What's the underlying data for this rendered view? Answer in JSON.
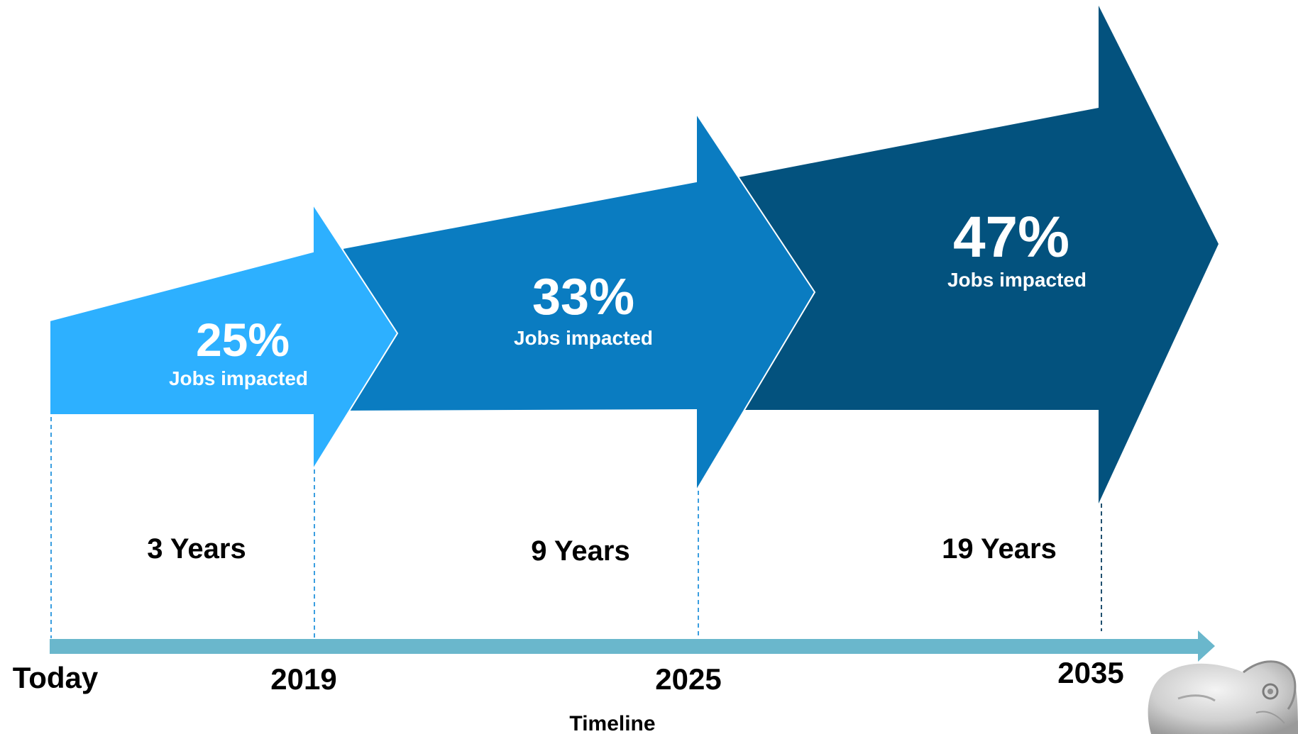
{
  "colors": {
    "stage1": "#2db0ff",
    "stage2": "#0a7cc1",
    "stage3": "#03527e",
    "timeline_bar": "#6ab7cc",
    "guide_light": "#3a9ee0",
    "guide_dark": "#1f4f6e"
  },
  "stages": [
    {
      "percent": "25%",
      "caption": "Jobs impacted",
      "duration": "3 Years"
    },
    {
      "percent": "33%",
      "caption": "Jobs impacted",
      "duration": "9 Years"
    },
    {
      "percent": "47%",
      "caption": "Jobs impacted",
      "duration": "19 Years"
    }
  ],
  "timeline": {
    "start_label": "Today",
    "milestones": [
      "2019",
      "2025",
      "2035"
    ],
    "axis_title": "Timeline"
  },
  "decoration": {
    "icon": "robot-head-icon"
  }
}
